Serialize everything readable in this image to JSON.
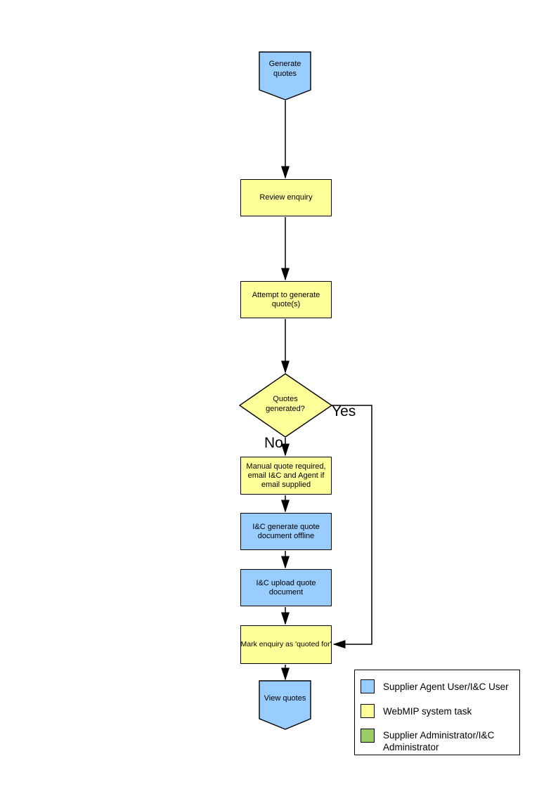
{
  "flowchart": {
    "start": "Generate quotes",
    "review": "Review enquiry",
    "attempt": "Attempt to generate quote(s)",
    "decision": "Quotes generated?",
    "yes": "Yes",
    "no": "No",
    "manual": "Manual quote required, email I&C and Agent if email supplied",
    "offline": "I&C generate quote document offline",
    "upload": "I&C upload quote document",
    "mark": "Mark enquiry as 'quoted for'",
    "end": "View quotes"
  },
  "colors": {
    "actor_blue": "#99CCFF",
    "system_yellow": "#FFFF99",
    "admin_green": "#99CC66",
    "line_black": "#000000"
  },
  "legend": {
    "items": [
      {
        "color": "#99CCFF",
        "label": "Supplier Agent User/I&C User"
      },
      {
        "color": "#FFFF99",
        "label": "WebMIP system task"
      },
      {
        "color": "#99CC66",
        "label": "Supplier Administrator/I&C Administrator"
      }
    ]
  }
}
